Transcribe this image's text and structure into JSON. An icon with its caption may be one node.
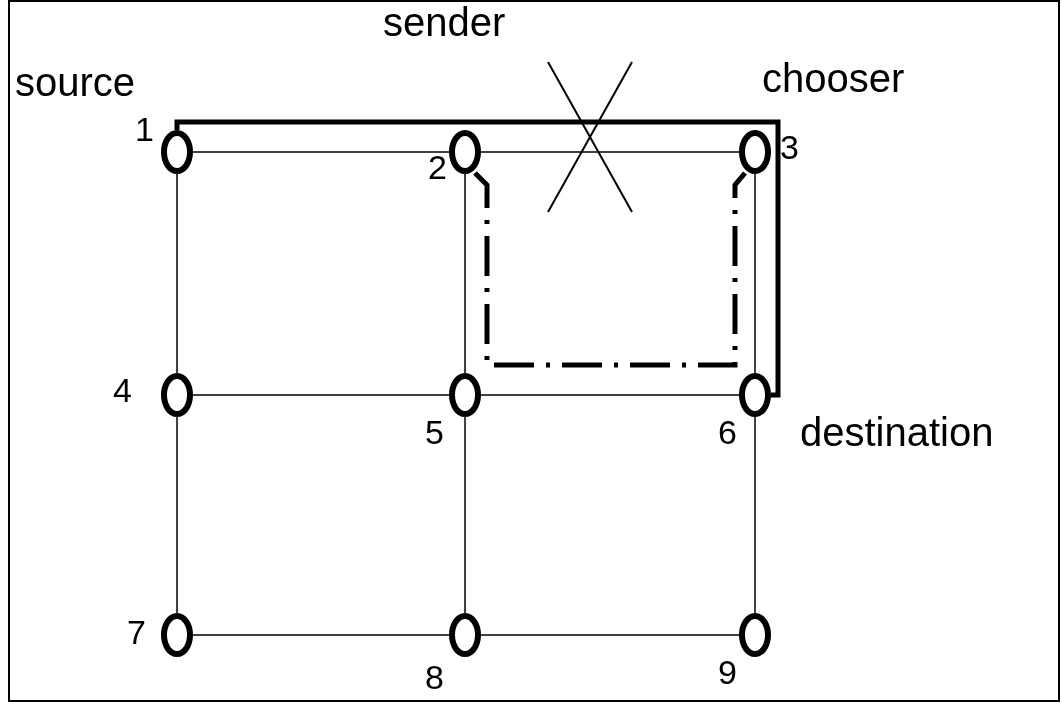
{
  "diagram": {
    "nodes": [
      {
        "text": [],
        "shape": "circle",
        "beside": [
          "source",
          "1"
        ]
      },
      {
        "text": [],
        "shape": "circle",
        "beside": [
          "2"
        ]
      },
      {
        "text": [],
        "shape": "circle",
        "beside": [
          "chooser",
          "3"
        ]
      },
      {
        "text": [],
        "shape": "circle",
        "beside": [
          "4"
        ]
      },
      {
        "text": [],
        "shape": "circle",
        "beside": [
          "5"
        ]
      },
      {
        "text": [],
        "shape": "circle",
        "beside": [
          "6",
          "destination"
        ]
      },
      {
        "text": [],
        "shape": "circle",
        "beside": [
          "7"
        ]
      },
      {
        "text": [],
        "shape": "circle",
        "beside": [
          "8"
        ]
      },
      {
        "text": [],
        "shape": "circle",
        "beside": [
          "9"
        ]
      }
    ],
    "edges": [
      {
        "from": 0,
        "to": 1,
        "arrow": "none"
      },
      {
        "from": 1,
        "to": 2,
        "arrow": "none"
      },
      {
        "from": 0,
        "to": 3,
        "arrow": "none"
      },
      {
        "from": 1,
        "to": 4,
        "arrow": "none"
      },
      {
        "from": 2,
        "to": 5,
        "arrow": "none"
      },
      {
        "from": 3,
        "to": 4,
        "arrow": "none"
      },
      {
        "from": 4,
        "to": 5,
        "arrow": "none"
      },
      {
        "from": 3,
        "to": 6,
        "arrow": "none"
      },
      {
        "from": 4,
        "to": 7,
        "arrow": "none"
      },
      {
        "from": 5,
        "to": 8,
        "arrow": "none"
      },
      {
        "from": 6,
        "to": 7,
        "arrow": "none"
      },
      {
        "from": 7,
        "to": 8,
        "arrow": "none"
      },
      {
        "from": 0,
        "to": 5,
        "arrow": "none",
        "style": "thick"
      },
      {
        "from": 1,
        "to": 2,
        "arrow": "none",
        "style": "dashed"
      }
    ],
    "labels": [
      "sender"
    ]
  }
}
